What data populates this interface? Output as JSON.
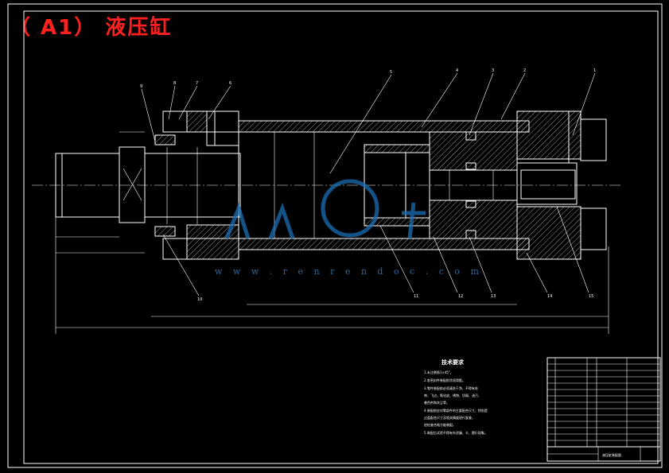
{
  "title": "（ A1） 液压缸",
  "watermark": {
    "url": "w w w . r e n r e n d o c . c o m"
  },
  "balloons": {
    "b1": "1",
    "b2": "2",
    "b3": "3",
    "b4": "4",
    "b5": "5",
    "b6": "6",
    "b7": "7",
    "b8": "8",
    "b9": "9",
    "b10": "10",
    "b11": "11",
    "b12": "12",
    "b13": "13",
    "b14": "14",
    "b15": "15"
  },
  "notes": {
    "heading": "技术要求",
    "lines": [
      "1.未注倒角1×45°。",
      "2.各密封件装配前涂润滑脂。",
      "3.零件装配前必须清洗干净，不得有毛",
      "  刺、飞边、氧化皮、锈蚀、切屑、油污、",
      "  着色剂和灰尘等。",
      "4.装配前应对零部件的主要配合尺寸，特别是",
      "  过盈配合尺寸及相关精度进行复查，",
      "  经检查合格方能装配。",
      "5.装配后试验不得有外泄漏、卡、爬行现象。"
    ]
  },
  "titleblock": {
    "drawing_name": "液压缸装配图"
  }
}
